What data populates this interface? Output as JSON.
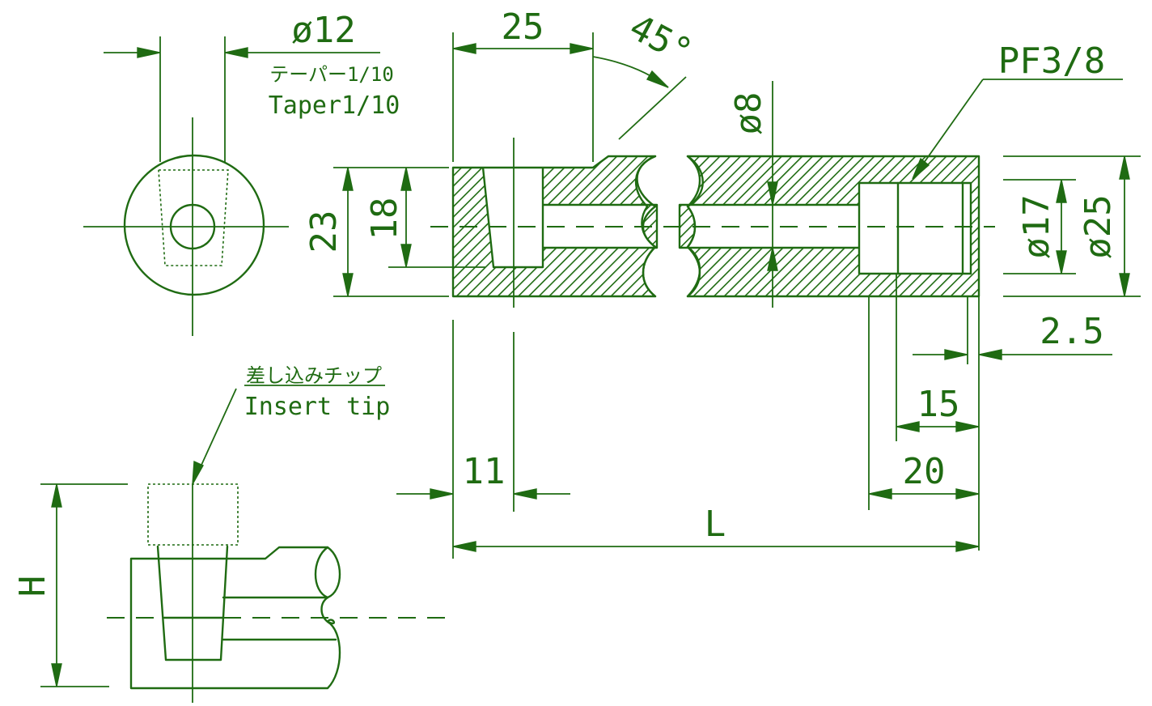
{
  "dimensions": {
    "phi12": "ø12",
    "taper_jp": "テーパー1/10",
    "taper_en": "Taper1/10",
    "d25": "25",
    "angle45": "45°",
    "phi8": "ø8",
    "pf38": "PF3/8",
    "d23": "23",
    "d18": "18",
    "phi17": "ø17",
    "phi25": "ø25",
    "d2_5": "2.5",
    "d15": "15",
    "d20": "20",
    "d11": "11",
    "L": "L",
    "H": "H"
  },
  "callouts": {
    "insert_tip_jp": "差し込みチップ",
    "insert_tip_en": "Insert tip"
  },
  "colors": {
    "line": "#1f6b12",
    "background": "#ffffff"
  }
}
